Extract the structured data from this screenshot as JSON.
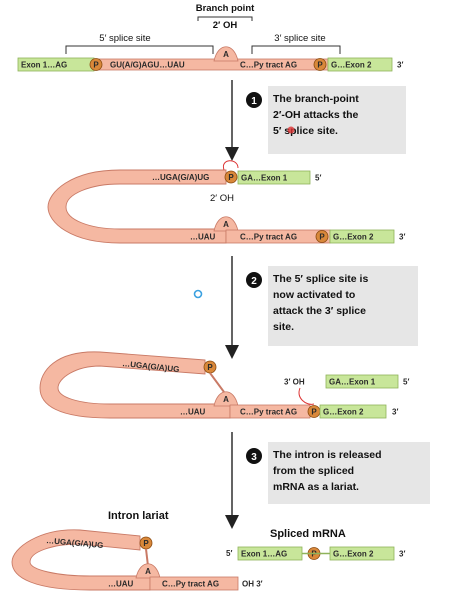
{
  "header": {
    "branch_point": "Branch point",
    "two_oh": "2′ OH",
    "five_splice": "5′ splice site",
    "three_splice": "3′ splice site"
  },
  "top_row": {
    "exon1": "Exon 1…AG",
    "p": "P",
    "gu": "GU(A/G)AGU…UAU",
    "a": "A",
    "c_py": "C…Py tract AG",
    "g_exon2": "G…Exon 2",
    "end3": "3′"
  },
  "steps": [
    {
      "num": "1",
      "lines": [
        "The branch-point",
        "2′-OH attacks the",
        "5′ splice site."
      ]
    },
    {
      "num": "2",
      "lines": [
        "The 5′ splice site is",
        "now activated to",
        "attack the 3′ splice",
        "site."
      ]
    },
    {
      "num": "3",
      "lines": [
        "The intron is released",
        "from the spliced",
        "mRNA as a lariat."
      ]
    }
  ],
  "stage2": {
    "uga": "…UGA(G/A)UG",
    "p": "P",
    "ga_exon1": "GA…Exon 1",
    "five": "5′",
    "two_oh": "2′ OH",
    "a": "A",
    "uau": "…UAU",
    "c_py": "C…Py tract AG",
    "g_exon2": "G…Exon 2",
    "three": "3′"
  },
  "stage3": {
    "uga": "…UGA(G/A)UG",
    "p": "P",
    "a": "A",
    "uau": "…UAU",
    "c_py": "C…Py tract AG",
    "three_oh": "3′ OH",
    "ga_exon1": "GA…Exon 1",
    "five": "5′",
    "g_exon2": "G…Exon 2",
    "three": "3′"
  },
  "stage4": {
    "intron_lariat": "Intron lariat",
    "spliced_mrna": "Spliced mRNA",
    "uga": "…UGA(G/A)UG",
    "p": "P",
    "a": "A",
    "uau": "…UAU",
    "c_py": "C…Py tract AG",
    "oh3": "OH 3′",
    "five": "5′",
    "exon1": "Exon 1…AG",
    "g_exon2": "G…Exon 2",
    "three": "3′"
  },
  "colors": {
    "exon": "#c8e69a",
    "intron": "#f5b8a2",
    "intron_stroke": "#c97a66",
    "phosphate": "#d9883a",
    "adenine": "#e05548",
    "textbox": "#e6e6e6",
    "arrow": "#222222",
    "accent_red": "#d33"
  }
}
